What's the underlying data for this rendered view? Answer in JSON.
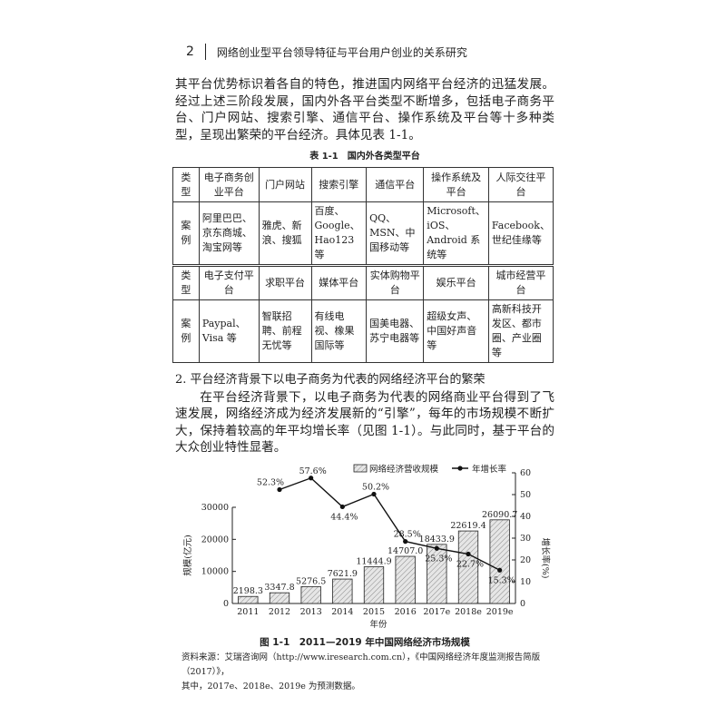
{
  "header": {
    "page_number": "2",
    "book_title": "网络创业型平台领导特征与平台用户创业的关系研究"
  },
  "intro_paragraph": [
    "其平台优势标识着各自的特色，推进国内网络平台经济的迅猛发展。经过上述三阶段发展，国内外各平台类型不断增多，包括电子商务平台、门户网站、搜索引擎、通信平台、操作系统及平台等十多种类型，呈现出繁荣的平台经济。具体见表 1-1。"
  ],
  "table": {
    "caption": "表 1-1　国内外各类型平台",
    "rows": [
      [
        "类型",
        "电子商务创业平台",
        "门户网站",
        "搜索引擎",
        "通信平台",
        "操作系统及平台",
        "人际交往平台"
      ],
      [
        "案例",
        "阿里巴巴、京东商城、淘宝网等",
        "雅虎、新浪、搜狐",
        "百度、Google、Hao123 等",
        "QQ、 MSN、中国移动等",
        "Microsoft、iOS、Android 系统等",
        "Facebook、世纪佳缘等"
      ],
      [
        "类型",
        "电子支付平台",
        "求职平台",
        "媒体平台",
        "实体购物平台",
        "娱乐平台",
        "城市经营平台"
      ],
      [
        "案例",
        "Paypal、Visa 等",
        "智联招聘、前程无忧等",
        "有线电视、橡果国际等",
        "国美电器、苏宁电器等",
        "超级女声、中国好声音等",
        "高新科技开发区、都市圈、产业圈等"
      ]
    ]
  },
  "section": {
    "heading": "2. 平台经济背景下以电子商务为代表的网络经济平台的繁荣",
    "paragraph": "在平台经济背景下，以电子商务为代表的网络商业平台得到了飞速发展，网络经济成为经济发展新的“引擎”，每年的市场规模不断扩大，保持着较高的年平均增长率（见图 1-1）。与此同时，基于平台的大众创业特性显著。"
  },
  "chart_data": {
    "type": "bar+line",
    "categories": [
      "2011",
      "2012",
      "2013",
      "2014",
      "2015",
      "2016",
      "2017e",
      "2018e",
      "2019e"
    ],
    "series": [
      {
        "name": "网络经济营收规模",
        "type": "bar",
        "axis": "left",
        "values": [
          2198.3,
          3347.8,
          5276.5,
          7621.9,
          11444.9,
          14707.0,
          18433.9,
          22619.4,
          26090.7
        ],
        "labels": [
          "2198.3",
          "3347.8",
          "5276.5",
          "7621.9",
          "11444.9",
          "14707.0",
          "18433.9",
          "22619.4",
          "26090.7"
        ]
      },
      {
        "name": "年增长率",
        "type": "line",
        "axis": "right",
        "values": [
          null,
          52.3,
          57.6,
          44.4,
          50.2,
          28.5,
          25.3,
          22.7,
          15.3
        ],
        "labels": [
          "",
          "52.3%",
          "57.6%",
          "44.4%",
          "50.2%",
          "28.5%",
          "25.3%",
          "22.7%",
          "15.3%"
        ]
      }
    ],
    "xlabel": "年份",
    "ylabel": "规模(亿元)",
    "y2label": "增长率(%)",
    "yticks": [
      "0",
      "10000",
      "20000",
      "30000"
    ],
    "y2ticks": [
      "0",
      "10",
      "20",
      "30",
      "40",
      "50",
      "60"
    ],
    "ylim": [
      0,
      30000
    ],
    "y2lim": [
      0,
      60
    ],
    "legend_position": "top-right",
    "grid": false,
    "colors": {
      "bar_fill": "#d8d8d8",
      "line": "#111111"
    }
  },
  "figure": {
    "caption": "图 1-1　2011—2019 年中国网络经济市场规模",
    "source": [
      "资料来源：艾瑞咨询网（http://www.iresearch.com.cn），《中国网络经济年度监测报告简版（2017）》，",
      "其中，2017e、2018e、2019e 为预测数据。"
    ]
  }
}
